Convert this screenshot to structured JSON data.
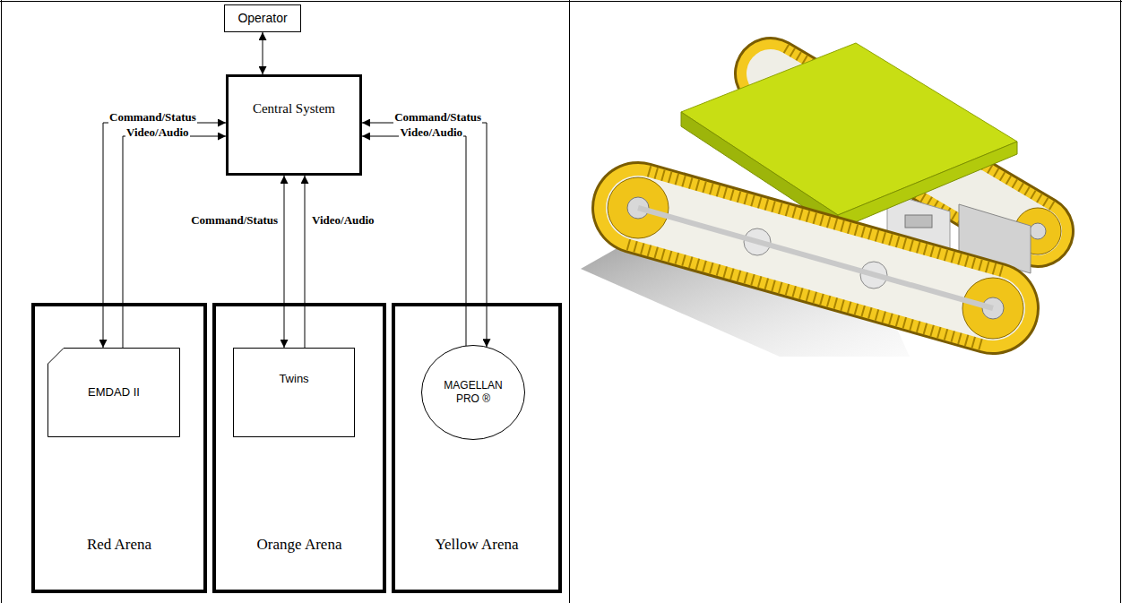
{
  "diagram": {
    "nodes": [
      {
        "text": [
          "Operator"
        ]
      },
      {
        "text": [
          "Central System"
        ]
      },
      {
        "text": [
          "Red Arena"
        ]
      },
      {
        "text": [
          "EMDAD II"
        ],
        "in": 2
      },
      {
        "text": [
          "Orange Arena"
        ]
      },
      {
        "text": [
          "Twins"
        ],
        "in": 4
      },
      {
        "text": [
          "Yellow Arena"
        ]
      },
      {
        "text": [
          "MAGELLAN PRO ®"
        ],
        "in": 6
      }
    ],
    "edges": [
      {
        "from": 0,
        "to": 1,
        "arrow": "both"
      },
      {
        "from": 3,
        "to": 1,
        "label": "Command/Status",
        "arrow": "both"
      },
      {
        "from": 3,
        "to": 1,
        "label": "Video/Audio",
        "arrow": "to"
      },
      {
        "from": 5,
        "to": 1,
        "label": "Command/Status",
        "arrow": "both"
      },
      {
        "from": 5,
        "to": 1,
        "label": "Video/Audio",
        "arrow": "to"
      },
      {
        "from": 7,
        "to": 1,
        "label": "Command/Status",
        "arrow": "both"
      },
      {
        "from": 7,
        "to": 1,
        "label": "Video/Audio",
        "arrow": "to"
      }
    ]
  }
}
